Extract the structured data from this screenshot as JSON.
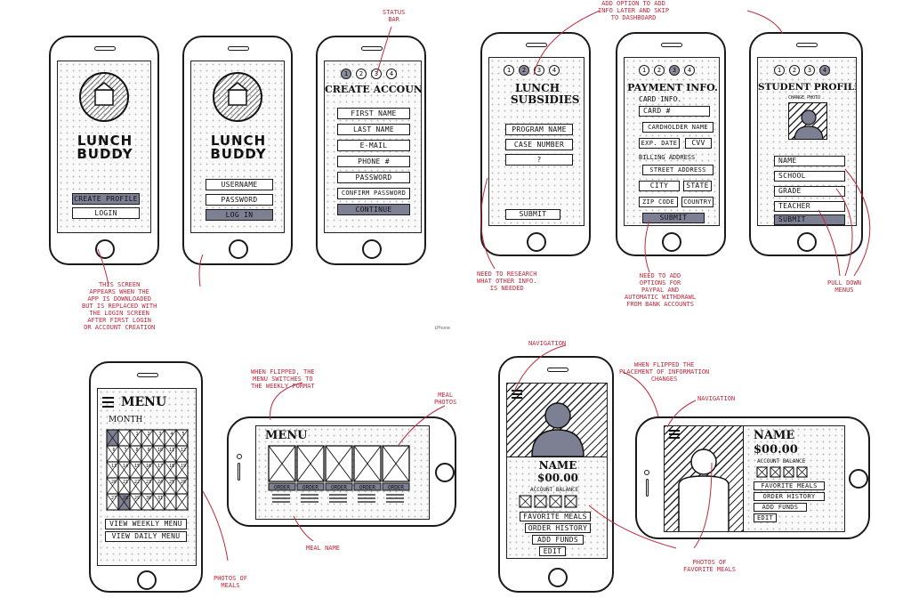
{
  "brand": {
    "logo_text": "LUNCH BUDDY"
  },
  "screens": {
    "splash": {
      "primary_button": "CREATE PROFILE",
      "secondary_button": "LOGIN"
    },
    "login": {
      "username_field": "USERNAME",
      "password_field": "PASSWORD",
      "login_button": "LOG IN"
    },
    "create_account": {
      "title": "CREATE ACCOUNT",
      "steps": [
        "1",
        "2",
        "3",
        "4"
      ],
      "fields": [
        "FIRST NAME",
        "LAST NAME",
        "E-MAIL",
        "PHONE #",
        "PASSWORD",
        "CONFIRM PASSWORD"
      ],
      "continue_button": "CONTINUE"
    },
    "lunch_subsidies": {
      "title": "LUNCH SUBSIDIES",
      "steps": [
        "1",
        "2",
        "3",
        "4"
      ],
      "fields": [
        "PROGRAM NAME",
        "CASE NUMBER",
        "?"
      ],
      "submit_button": "SUBMIT"
    },
    "payment_info": {
      "title": "PAYMENT INFO.",
      "steps": [
        "1",
        "2",
        "3",
        "4"
      ],
      "card_info_label": "CARD INFO.",
      "card_field": "CARD #",
      "cardholder_field": "CARDHOLDER NAME",
      "exp_field": "EXP. DATE",
      "cvv_field": "CVV",
      "billing_label": "BILLING ADDRESS",
      "street_field": "STREET ADDRESS",
      "city_field": "CITY",
      "state_field": "STATE",
      "zip_field": "ZIP CODE",
      "country_field": "COUNTRY",
      "submit_button": "SUBMIT"
    },
    "student_profile": {
      "title": "STUDENT PROFILE",
      "steps": [
        "1",
        "2",
        "3",
        "4"
      ],
      "photo_caption": "CHANGE PHOTO",
      "fields": [
        "NAME",
        "SCHOOL",
        "GRADE",
        "TEACHER"
      ],
      "submit_button": "SUBMIT"
    },
    "menu_portrait": {
      "title": "MENU",
      "month_label": "MONTH",
      "weekly_button": "VIEW WEEKLY MENU",
      "daily_button": "VIEW DAILY MENU"
    },
    "menu_landscape": {
      "title": "MENU",
      "order_label": "ORDER"
    },
    "account_portrait": {
      "name": "NAME",
      "balance": "$00.00",
      "balance_label": "ACCOUNT BALANCE",
      "favorite_button": "FAVORITE MEALS",
      "history_button": "ORDER HISTORY",
      "funds_button": "ADD FUNDS",
      "edit_button": "EDIT"
    },
    "account_landscape": {
      "name": "NAME",
      "balance": "$00.00",
      "balance_label": "ACCOUNT BALANCE",
      "favorite_button": "FAVORITE MEALS",
      "history_button": "ORDER HISTORY",
      "funds_button": "ADD FUNDS",
      "edit_button": "EDIT"
    }
  },
  "annotations": {
    "status_bar": "STATUS\nBAR",
    "add_option": "ADD OPTION TO ADD\nINFO LATER AND SKIP\nTO DASHBOARD",
    "splash_note": "THIS SCREEN\nAPPEARS WHEN THE\nAPP IS DOWNLOADED\nBUT IS REPLACED WITH\nTHE LOGIN SCREEN\nAFTER FIRST LOGIN\nOR ACCOUNT CREATION",
    "research_note": "NEED TO RESEARCH\nWHAT OTHER INFO.\nIS NEEDED",
    "paypal_note": "NEED TO ADD\nOPTIONS FOR\nPAYPAL AND\nAUTOMATIC WITHDRAWL\nFROM BANK ACCOUNTS",
    "pulldown_note": "PULL DOWN\nMENUS",
    "flipped_menu": "WHEN FLIPPED, THE\nMENU SWITCHES TO\nTHE WEEKLY FORMAT",
    "meal_photos": "MEAL\nPHOTOS",
    "meal_name": "MEAL NAME",
    "photos_of_meals": "PHOTOS OF\nMEALS",
    "navigation_1": "NAVIGATION",
    "flipped_info": "WHEN FLIPPED THE\nPLACEMENT OF INFORMATION\nCHANGES",
    "navigation_2": "NAVIGATION",
    "favorite_photos": "PHOTOS OF\nFAVORITE MEALS",
    "iphone_label": "iPhone"
  },
  "colors": {
    "ink": "#1a1a1a",
    "annotation": "#c0283a",
    "button_fill": "#7d7f92"
  }
}
